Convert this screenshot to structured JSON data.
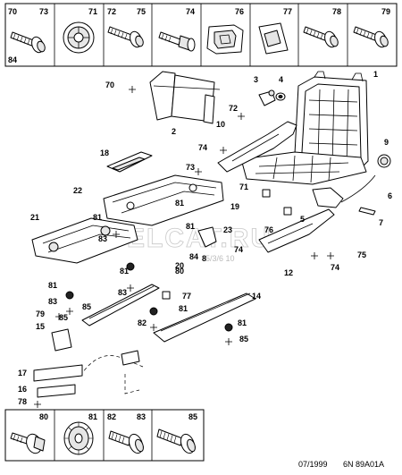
{
  "top_parts": [
    {
      "id": "cell-70-73",
      "label": "70",
      "label2": "73",
      "label3": "84"
    },
    {
      "id": "cell-71",
      "label": "71"
    },
    {
      "id": "cell-72-75",
      "label": "72",
      "label2": "75"
    },
    {
      "id": "cell-74",
      "label": "74"
    },
    {
      "id": "cell-76",
      "label": "76"
    },
    {
      "id": "cell-77",
      "label": "77"
    },
    {
      "id": "cell-78",
      "label": "78"
    },
    {
      "id": "cell-79",
      "label": "79"
    }
  ],
  "bottom_parts": [
    {
      "id": "cell-80",
      "label": "80"
    },
    {
      "id": "cell-81",
      "label": "81"
    },
    {
      "id": "cell-82-83",
      "label": "82",
      "label2": "83"
    },
    {
      "id": "cell-85",
      "label": "85"
    }
  ],
  "callouts": [
    "1",
    "2",
    "3",
    "4",
    "5",
    "6",
    "7",
    "8",
    "9",
    "10",
    "12",
    "14",
    "15",
    "16",
    "17",
    "18",
    "19",
    "20",
    "21",
    "22",
    "23",
    "70",
    "71",
    "72",
    "73",
    "74",
    "74",
    "74",
    "75",
    "76",
    "77",
    "78",
    "79",
    "80",
    "81",
    "81",
    "81",
    "81",
    "81",
    "81",
    "81",
    "82",
    "83",
    "83",
    "83",
    "84",
    "85",
    "85",
    "85"
  ],
  "footer": {
    "date": "07/1999",
    "code": "6N 89A01A"
  },
  "watermark": {
    "main": "ELCAT.RU",
    "small": "5/3/6 10"
  }
}
